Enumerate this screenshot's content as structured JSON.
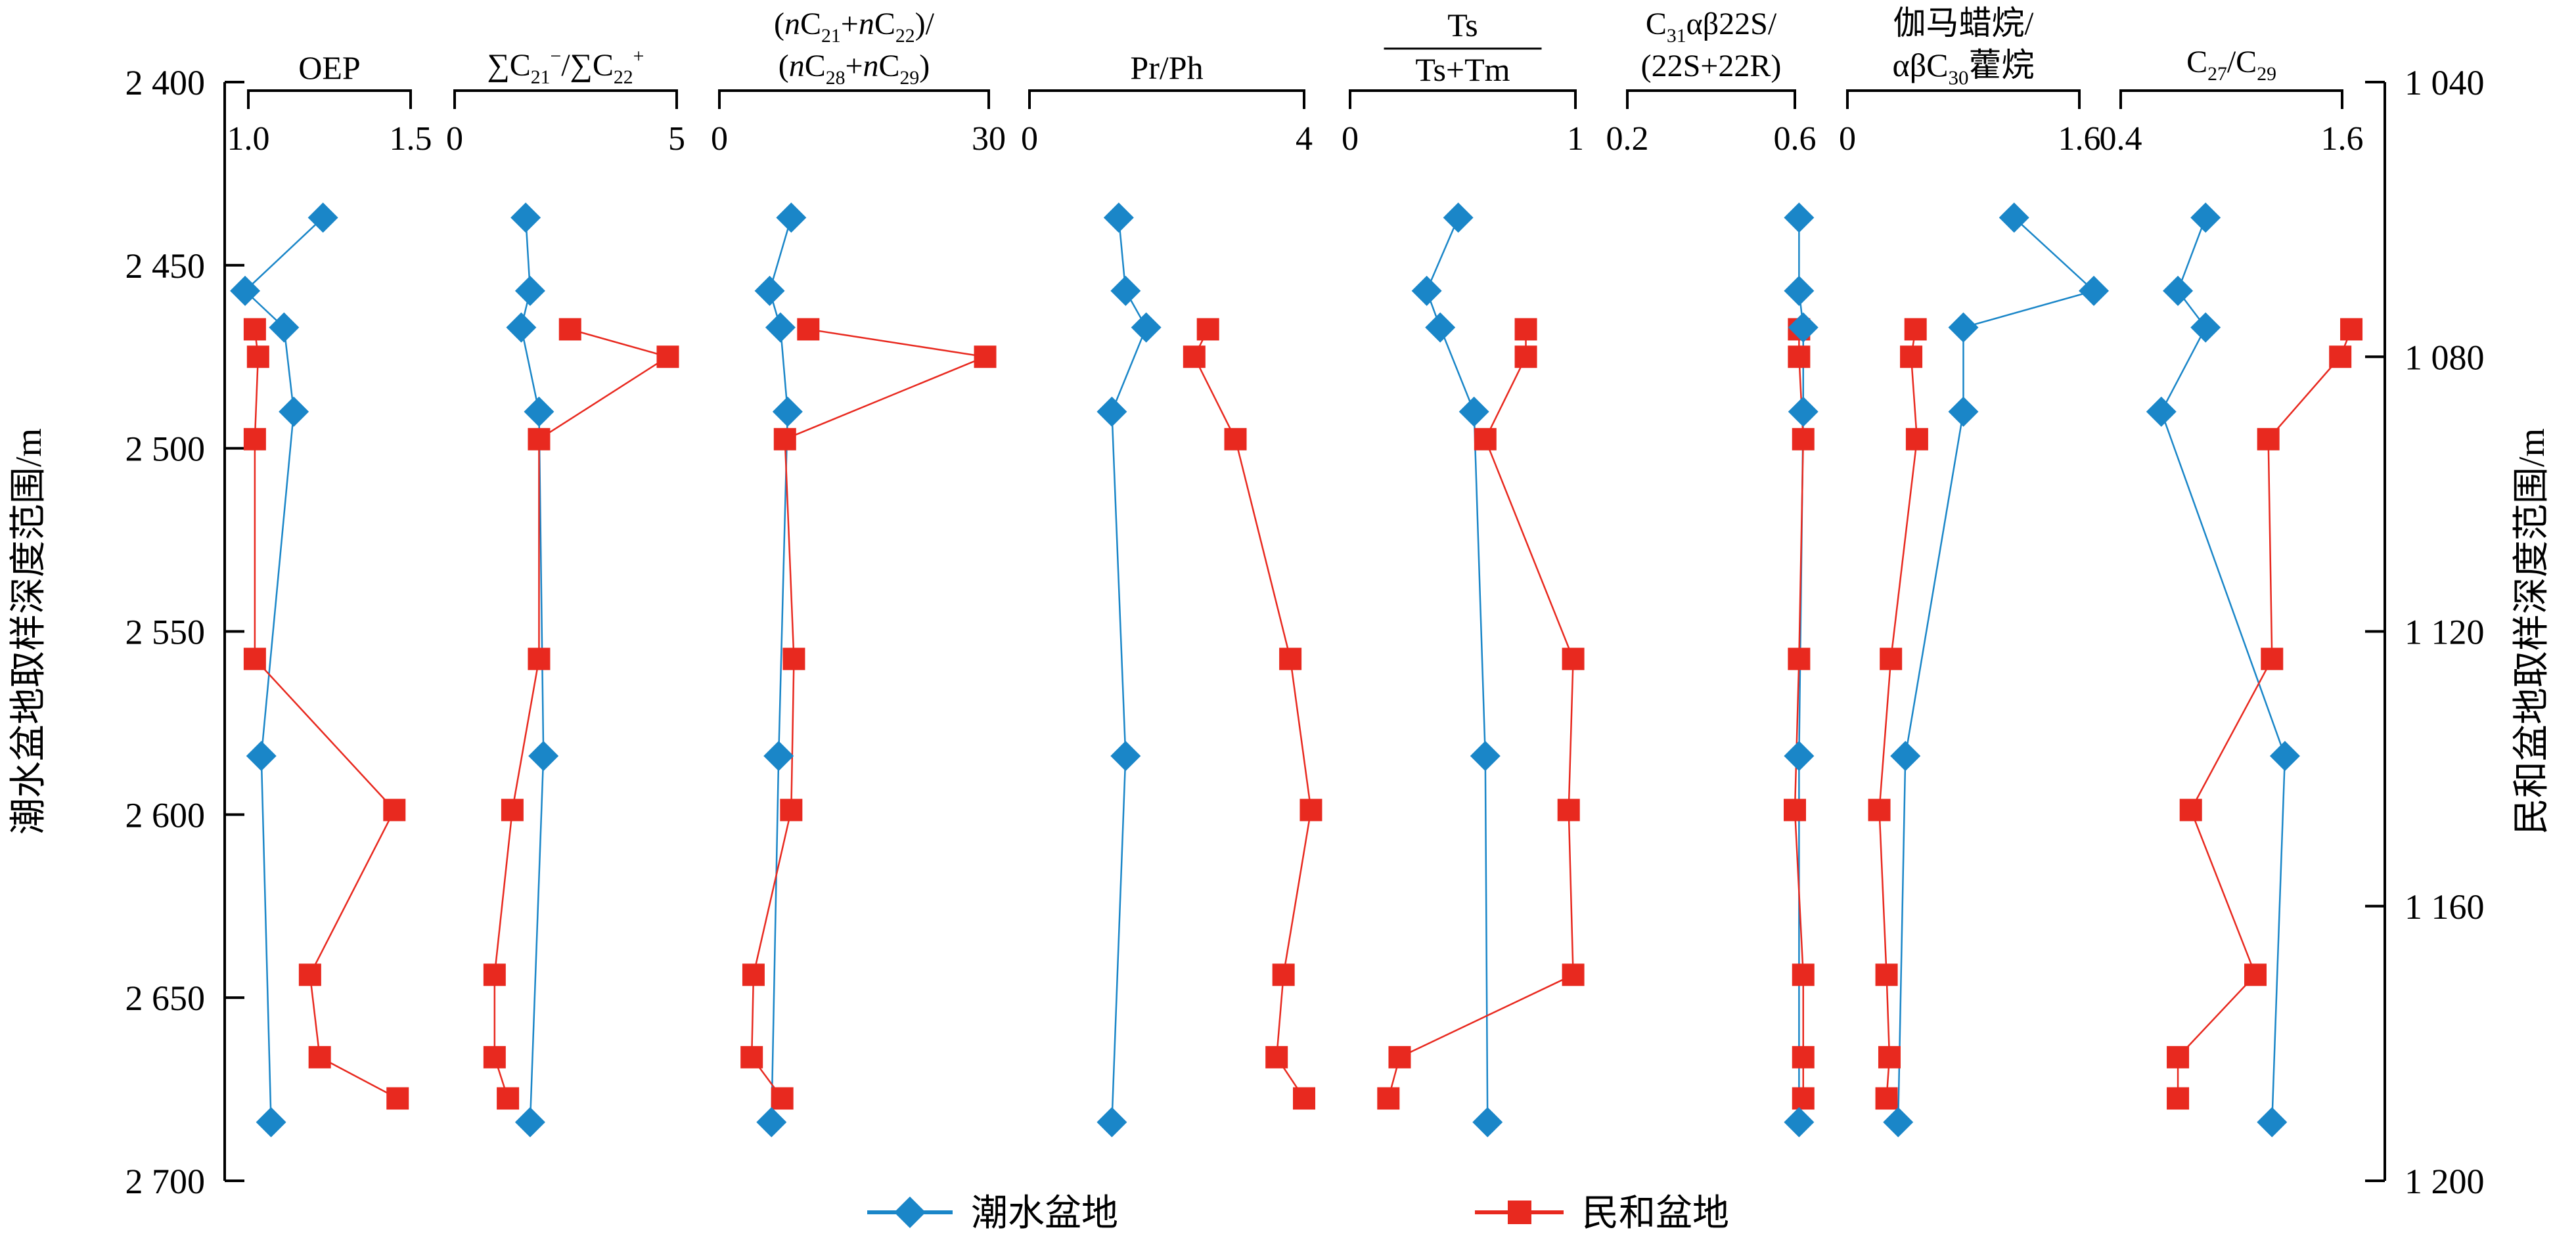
{
  "chart_data": {
    "type": "scatter",
    "y_axis": {
      "left": {
        "label": "潮水盆地取样深度范围/m",
        "range": [
          2400,
          2700
        ],
        "ticks": [
          "2 400",
          "2 450",
          "2 500",
          "2 550",
          "2 600",
          "2 650",
          "2 700"
        ]
      },
      "right": {
        "label": "民和盆地取样深度范围/m",
        "range": [
          1040,
          1200
        ],
        "ticks": [
          "1 040",
          "1 080",
          "1 120",
          "1 160",
          "1 200"
        ]
      },
      "inverted": true
    },
    "legend": {
      "position": "bottom-center",
      "entries": [
        {
          "name": "潮水盆地",
          "marker": "diamond",
          "color": "#1a86c8"
        },
        {
          "name": "民和盆地",
          "marker": "square",
          "color": "#e8291f"
        }
      ]
    },
    "depths": {
      "chaoshui": [
        2437,
        2457,
        2467,
        2490,
        2584,
        2684
      ],
      "minhe": [
        1076,
        1080,
        1092,
        1124,
        1146,
        1170,
        1182,
        1188
      ]
    },
    "panels": [
      {
        "title": "OEP",
        "range": [
          1.0,
          1.5
        ],
        "ticks": [
          "1.0",
          "1.5"
        ],
        "extra_tick_label": "1.0",
        "chaoshui": [
          1.23,
          0.99,
          1.11,
          1.14,
          1.04,
          1.07
        ],
        "minhe": [
          1.02,
          1.03,
          1.02,
          1.02,
          1.45,
          1.19,
          1.22,
          1.46
        ]
      },
      {
        "title": "∑C21-/∑C22+",
        "range": [
          0,
          5
        ],
        "ticks": [
          "0",
          "5"
        ],
        "chaoshui": [
          1.6,
          1.7,
          1.5,
          1.9,
          2.0,
          1.7
        ],
        "minhe": [
          2.6,
          4.8,
          1.9,
          1.9,
          1.3,
          0.9,
          0.9,
          1.2
        ]
      },
      {
        "title": "(nC21+nC22)/(nC28+nC29)",
        "range": [
          0,
          30
        ],
        "ticks": [
          "0",
          "30"
        ],
        "chaoshui": [
          8.0,
          5.6,
          6.8,
          7.6,
          6.6,
          5.8
        ],
        "minhe": [
          9.9,
          29.6,
          7.3,
          8.3,
          8.0,
          3.8,
          3.6,
          7.0
        ]
      },
      {
        "title": "Pr/Ph",
        "range": [
          0,
          4
        ],
        "ticks": [
          "0",
          "4"
        ],
        "chaoshui": [
          1.3,
          1.4,
          1.7,
          1.2,
          1.4,
          1.2
        ],
        "minhe": [
          2.6,
          2.4,
          3.0,
          3.8,
          4.1,
          3.7,
          3.6,
          4.0
        ]
      },
      {
        "title": "Ts/(Ts+Tm)",
        "range": [
          0,
          1
        ],
        "ticks": [
          "0",
          "1"
        ],
        "chaoshui": [
          0.48,
          0.34,
          0.4,
          0.55,
          0.6,
          0.61
        ],
        "minhe": [
          0.78,
          0.78,
          0.6,
          0.99,
          0.97,
          0.99,
          0.22,
          0.17
        ]
      },
      {
        "title": "C31αβ22S/(22S+22R)",
        "range": [
          0.2,
          0.6
        ],
        "ticks": [
          "0.2",
          "0.6"
        ],
        "chaoshui": [
          0.61,
          0.61,
          0.62,
          0.62,
          0.61,
          0.61
        ],
        "minhe": [
          0.61,
          0.61,
          0.62,
          0.61,
          0.6,
          0.62,
          0.62,
          0.62
        ]
      },
      {
        "title": "伽马蜡烷/αβC30藿烷",
        "range": [
          0,
          1.6
        ],
        "ticks": [
          "0",
          "1.6"
        ],
        "chaoshui": [
          1.15,
          1.7,
          0.8,
          0.8,
          0.4,
          0.35
        ],
        "minhe": [
          0.47,
          0.44,
          0.48,
          0.3,
          0.22,
          0.27,
          0.29,
          0.27
        ]
      },
      {
        "title": "C27/C29",
        "range": [
          0.4,
          1.6
        ],
        "ticks": [
          "0.4",
          "1.6"
        ],
        "chaoshui": [
          0.86,
          0.71,
          0.86,
          0.62,
          1.29,
          1.22
        ],
        "minhe": [
          1.65,
          1.59,
          1.2,
          1.22,
          0.78,
          1.13,
          0.71,
          0.71
        ]
      }
    ]
  }
}
